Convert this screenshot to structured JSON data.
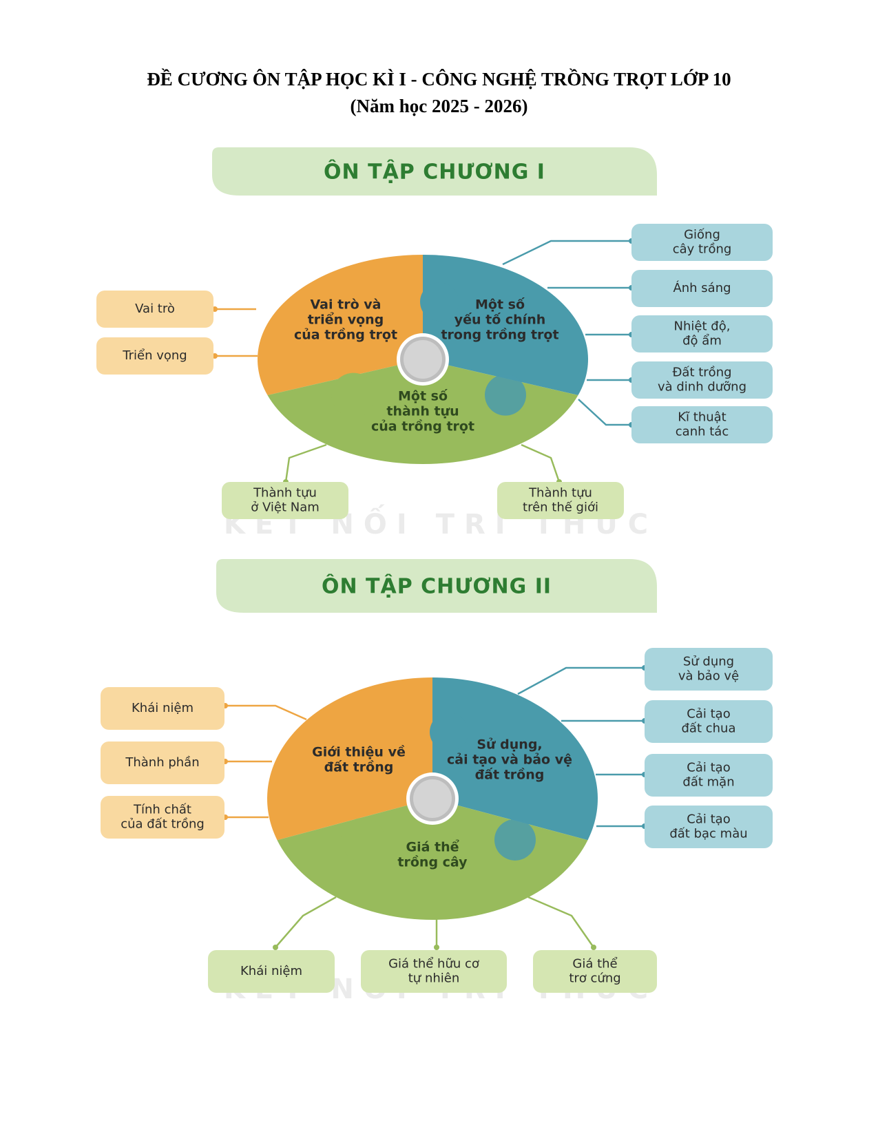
{
  "document": {
    "title": "ĐỀ CƯƠNG ÔN TẬP HỌC KÌ I - CÔNG NGHỆ TRỒNG TRỌT LỚP 10",
    "subtitle": "(Năm học 2025 - 2026)"
  },
  "colors": {
    "orange": "#eea542",
    "teal": "#4a9bab",
    "green": "#98bb5c",
    "orange_box": "#f9d9a0",
    "teal_box": "#a9d5dd",
    "green_box": "#d5e6b2",
    "banner": "#d6e9c6",
    "banner_text": "#2e7d32"
  },
  "chapter1": {
    "banner": "ÔN TẬP CHƯƠNG I",
    "segments": {
      "orange": [
        "Vai trò và",
        "triển vọng",
        "của trồng trọt"
      ],
      "teal": [
        "Một số",
        "yếu tố chính",
        "trong trồng trọt"
      ],
      "green": [
        "Một số",
        "thành tựu",
        "của trồng trọt"
      ]
    },
    "left_boxes": [
      [
        "Vai trò"
      ],
      [
        "Triển vọng"
      ]
    ],
    "right_boxes": [
      [
        "Giống",
        "cây trồng"
      ],
      [
        "Ánh sáng"
      ],
      [
        "Nhiệt độ,",
        "độ ẩm"
      ],
      [
        "Đất trồng",
        "và dinh dưỡng"
      ],
      [
        "Kĩ thuật",
        "canh tác"
      ]
    ],
    "bottom_boxes": [
      [
        "Thành tựu",
        "ở Việt Nam"
      ],
      [
        "Thành tựu",
        "trên thế giới"
      ]
    ]
  },
  "chapter2": {
    "banner": "ÔN TẬP CHƯƠNG II",
    "segments": {
      "orange": [
        "Giới thiệu về",
        "đất trồng"
      ],
      "teal": [
        "Sử dụng,",
        "cải tạo và bảo vệ",
        "đất trồng"
      ],
      "green": [
        "Giá thể",
        "trồng cây"
      ]
    },
    "left_boxes": [
      [
        "Khái niệm"
      ],
      [
        "Thành phần"
      ],
      [
        "Tính chất",
        "của đất trồng"
      ]
    ],
    "right_boxes": [
      [
        "Sử dụng",
        "và bảo vệ"
      ],
      [
        "Cải tạo",
        "đất chua"
      ],
      [
        "Cải tạo",
        "đất mặn"
      ],
      [
        "Cải tạo",
        "đất bạc màu"
      ]
    ],
    "bottom_boxes": [
      [
        "Khái niệm"
      ],
      [
        "Giá thể hữu cơ",
        "tự nhiên"
      ],
      [
        "Giá thể",
        "trơ cứng"
      ]
    ]
  },
  "watermark": "KẾT NỐI TRI THỨC"
}
